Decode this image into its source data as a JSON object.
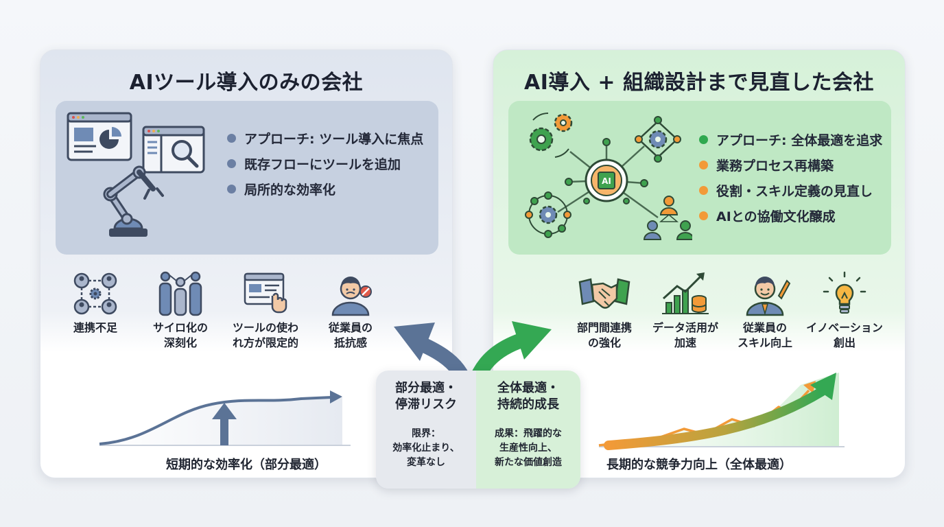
{
  "left": {
    "title": "AIツール導入のみの会社",
    "bullets": [
      {
        "text": "アプローチ: ツール導入に焦点",
        "color": "#6b7fa3"
      },
      {
        "text": "既存フローにツールを追加",
        "color": "#6b7fa3"
      },
      {
        "text": "局所的な効率化",
        "color": "#6b7fa3"
      }
    ],
    "issues": [
      {
        "label": "連携不足",
        "icon": "network-gear-icon"
      },
      {
        "label": "サイロ化の\n深刻化",
        "icon": "silo-people-icon"
      },
      {
        "label": "ツールの使わ\nれ方が限定的",
        "icon": "browser-click-icon"
      },
      {
        "label": "従業員の\n抵抗感",
        "icon": "frustrated-employee-icon"
      }
    ],
    "caption": "短期的な効率化（部分最適）"
  },
  "right": {
    "title": "AI導入 + 組織設計まで見直した会社",
    "bullets": [
      {
        "text": "アプローチ: 全体最適を追求",
        "color": "#2fa84f"
      },
      {
        "text": "業務プロセス再構築",
        "color": "#f29a38"
      },
      {
        "text": "役割・スキル定義の見直し",
        "color": "#f29a38"
      },
      {
        "text": "AIとの協働文化醸成",
        "color": "#f29a38"
      }
    ],
    "benefits": [
      {
        "label": "部門間連携\nの強化",
        "icon": "handshake-icon"
      },
      {
        "label": "データ活用が\n加速",
        "icon": "growth-chart-icon"
      },
      {
        "label": "従業員の\nスキル向上",
        "icon": "skilled-employee-icon"
      },
      {
        "label": "イノベーション\n創出",
        "icon": "lightbulb-icon"
      }
    ],
    "caption": "長期的な競争力向上（全体最適）",
    "ai_chip": "AI"
  },
  "center": {
    "left_head": "部分最適・\n停滞リスク",
    "left_body": "限界：\n効率化止まり、\n変革なし",
    "right_head": "全体最適・\n持続的成長",
    "right_body": "成果：飛躍的な\n生産性向上、\n新たな価値創造"
  },
  "colors": {
    "left_accent": "#5b7396",
    "right_accent": "#34a853",
    "orange": "#f29a38"
  }
}
